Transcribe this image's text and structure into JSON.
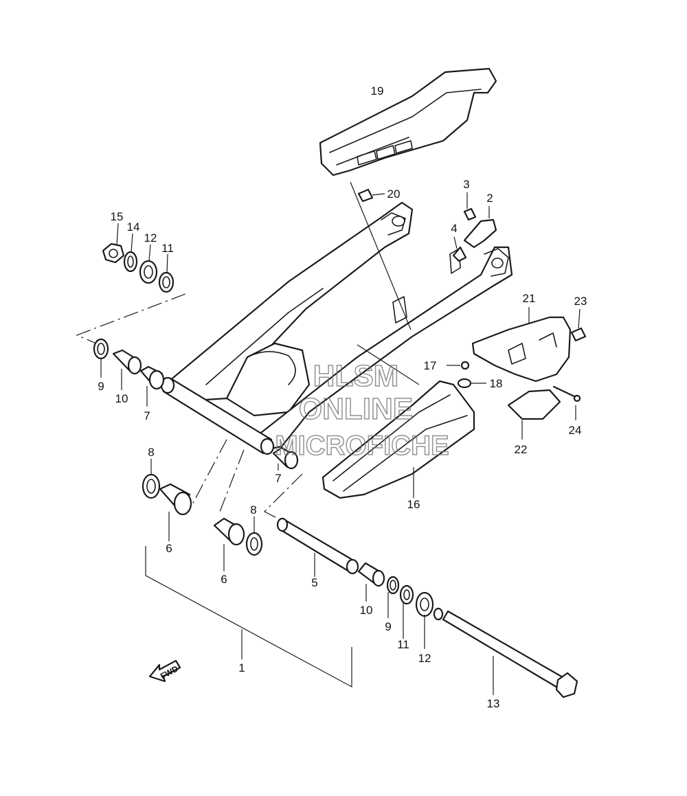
{
  "callouts": [
    {
      "id": "c19",
      "label": "19"
    },
    {
      "id": "c20",
      "label": "20"
    },
    {
      "id": "c3",
      "label": "3"
    },
    {
      "id": "c2",
      "label": "2"
    },
    {
      "id": "c4",
      "label": "4"
    },
    {
      "id": "c15",
      "label": "15"
    },
    {
      "id": "c14",
      "label": "14"
    },
    {
      "id": "c12a",
      "label": "12"
    },
    {
      "id": "c11a",
      "label": "11"
    },
    {
      "id": "c21",
      "label": "21"
    },
    {
      "id": "c23",
      "label": "23"
    },
    {
      "id": "c17",
      "label": "17"
    },
    {
      "id": "c18",
      "label": "18"
    },
    {
      "id": "c24",
      "label": "24"
    },
    {
      "id": "c22",
      "label": "22"
    },
    {
      "id": "c16",
      "label": "16"
    },
    {
      "id": "c9a",
      "label": "9"
    },
    {
      "id": "c10a",
      "label": "10"
    },
    {
      "id": "c7a",
      "label": "7"
    },
    {
      "id": "c8a",
      "label": "8"
    },
    {
      "id": "c7b",
      "label": "7"
    },
    {
      "id": "c6a",
      "label": "6"
    },
    {
      "id": "c8b",
      "label": "8"
    },
    {
      "id": "c6b",
      "label": "6"
    },
    {
      "id": "c5",
      "label": "5"
    },
    {
      "id": "c10b",
      "label": "10"
    },
    {
      "id": "c9b",
      "label": "9"
    },
    {
      "id": "c11b",
      "label": "11"
    },
    {
      "id": "c12b",
      "label": "12"
    },
    {
      "id": "c13",
      "label": "13"
    },
    {
      "id": "c1",
      "label": "1"
    }
  ],
  "fwd_label": "FWD",
  "watermark": {
    "line1": "HLSM",
    "line2": "ONLINE",
    "line3": "MICROFICHE"
  }
}
